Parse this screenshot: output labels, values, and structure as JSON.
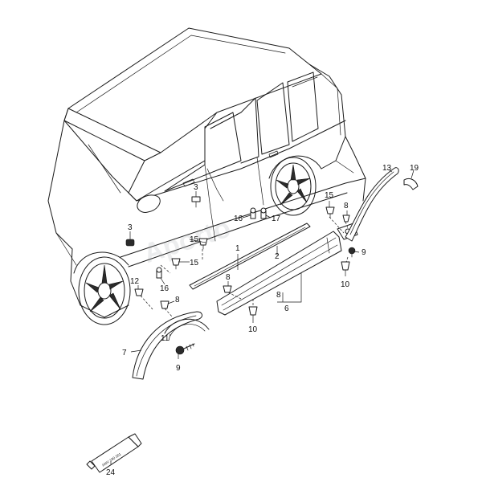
{
  "callouts": {
    "c1": "1",
    "c2": "2",
    "c3a": "3",
    "c3b": "3",
    "c6": "6",
    "c7": "7",
    "c8a": "8",
    "c8b": "8",
    "c8c": "8",
    "c8d": "8",
    "c9a": "9",
    "c9b": "9",
    "c10a": "10",
    "c10b": "10",
    "c11": "11",
    "c12": "12",
    "c13": "13",
    "c15a": "15",
    "c15b": "15",
    "c15c": "15",
    "c16a": "16",
    "c16b": "16",
    "c17": "17",
    "c19": "19",
    "c24": "24"
  },
  "tube_label": "AMV 190 301",
  "watermark": "Aporto"
}
